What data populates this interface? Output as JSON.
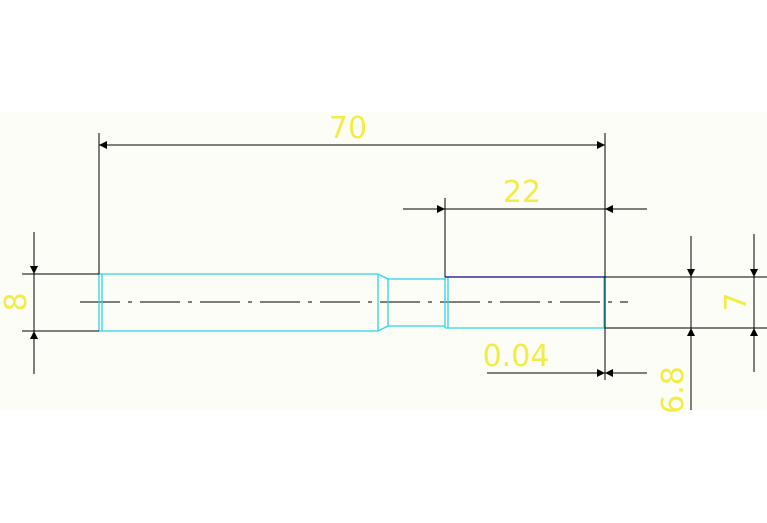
{
  "drawing": {
    "background_band_color": "#fbfdf6",
    "dimension_text_color": "#f2ec45",
    "part_outline_color": "#2bd6e8",
    "top_edge_color": "#3d2a90",
    "dimension_line_color": "#000000",
    "dimensions": {
      "overall_length": "70",
      "section_length": "22",
      "left_diameter": "8",
      "right_diameter": "7",
      "lower_diameter": "6.8",
      "tolerance": "0.04"
    }
  }
}
